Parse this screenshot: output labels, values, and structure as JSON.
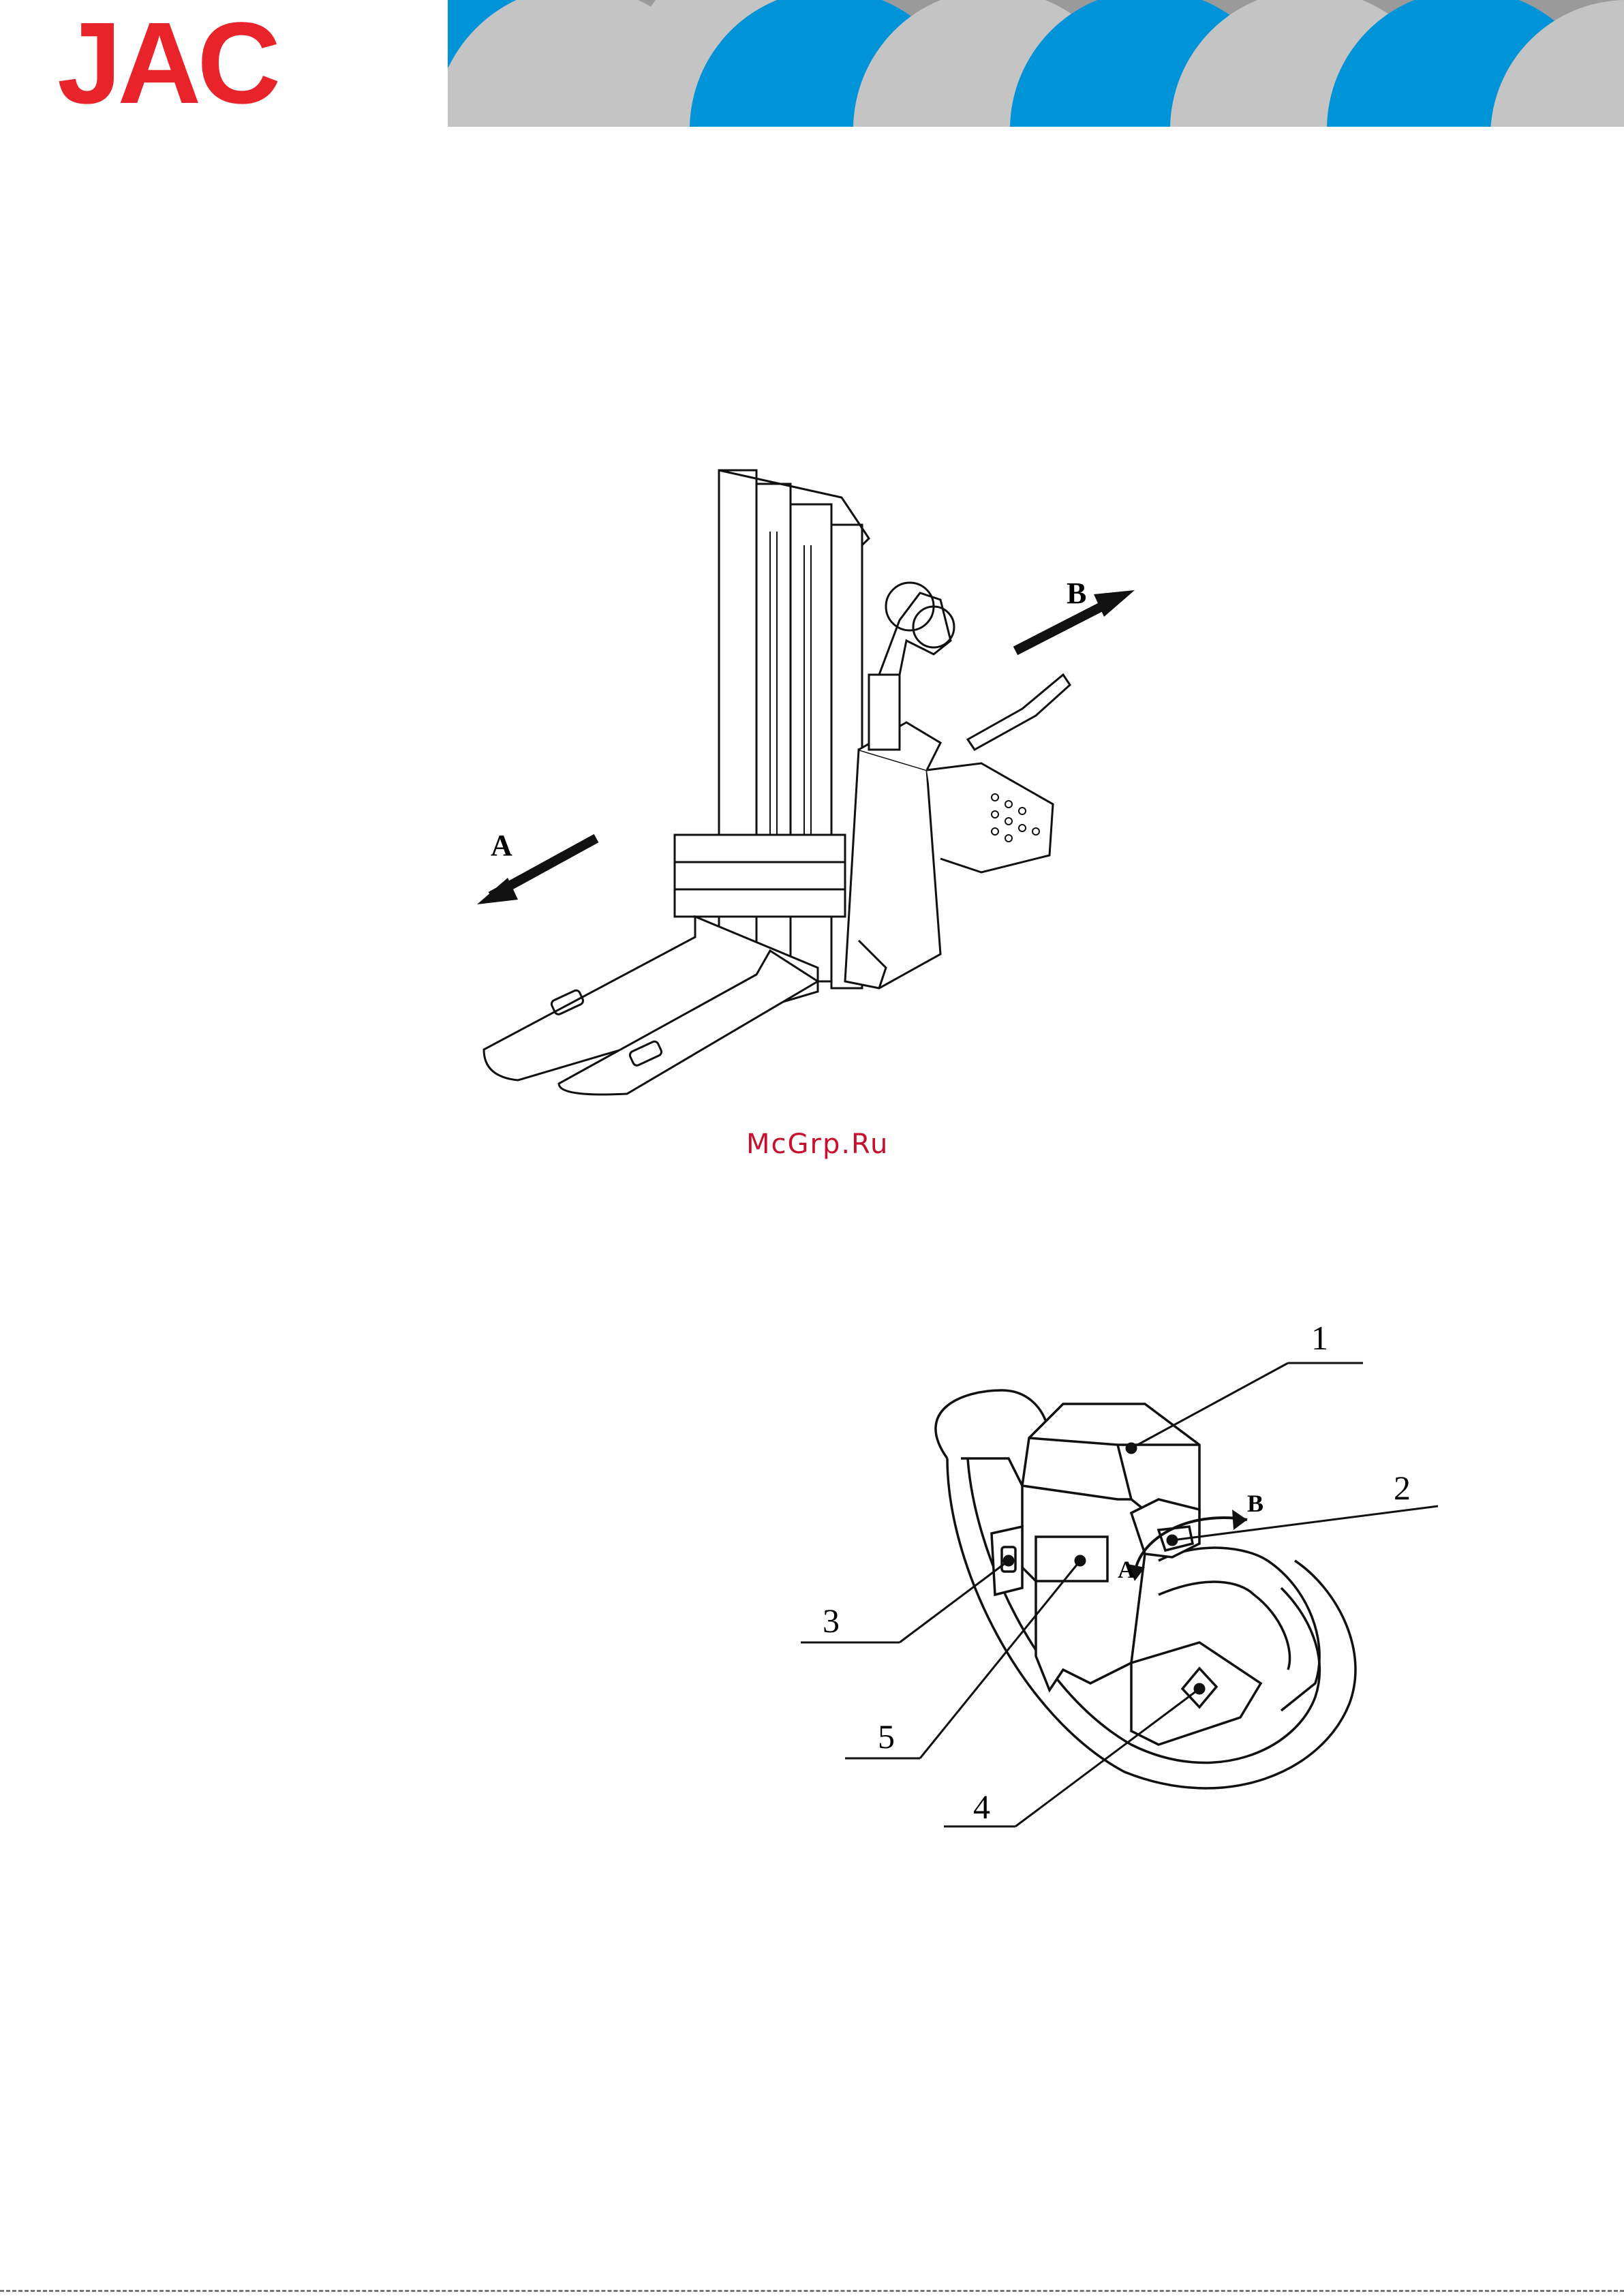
{
  "header": {
    "brand": "JAC",
    "brand_color": "#e8232a",
    "band_colors": [
      "#0093d8",
      "#c4c4c4",
      "#9a9a9a"
    ]
  },
  "figure1": {
    "arrow_a_label": "A",
    "arrow_b_label": "B",
    "icon": "stacker-truck-line-drawing"
  },
  "watermark": {
    "text": "McGrp.Ru",
    "color": "#c8102e"
  },
  "figure2": {
    "icon": "tiller-head-line-drawing",
    "callouts": [
      "1",
      "2",
      "3",
      "4",
      "5"
    ],
    "rotation_a_label": "A",
    "rotation_b_label": "B"
  }
}
